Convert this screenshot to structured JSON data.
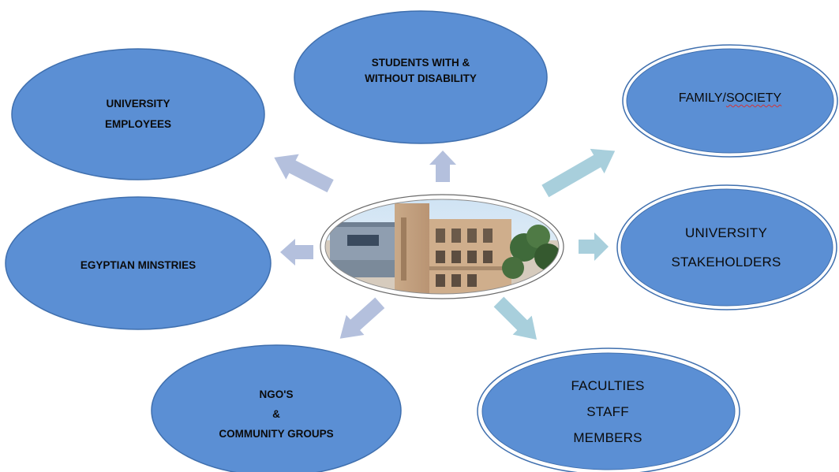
{
  "center": {
    "image": "university-building-photo"
  },
  "nodes": {
    "university_employees": {
      "line1": "UNIVERSITY",
      "line2": "EMPLOYEES"
    },
    "students": {
      "line1": "STUDENTS WITH &",
      "line2": "WITHOUT DISABILITY"
    },
    "family_society": {
      "part1": "FAMILY/",
      "part2": "SOCIETY"
    },
    "egyptian_ministries": {
      "line1": "EGYPTIAN MINSTRIES"
    },
    "stakeholders": {
      "line1": "UNIVERSITY",
      "line2": "STAKEHOLDERS"
    },
    "ngos": {
      "line1": "NGO'S",
      "line2": "&",
      "line3": "COMMUNITY GROUPS"
    },
    "faculties": {
      "line1": "FACULTIES",
      "line2": "STAFF",
      "line3": "MEMBERS"
    }
  },
  "colors": {
    "ellipse_fill": "#5b8fd4",
    "ellipse_border": "#3f6fae",
    "arrow_lavender": "#b4c0dd",
    "arrow_teal": "#a8cfdc"
  }
}
